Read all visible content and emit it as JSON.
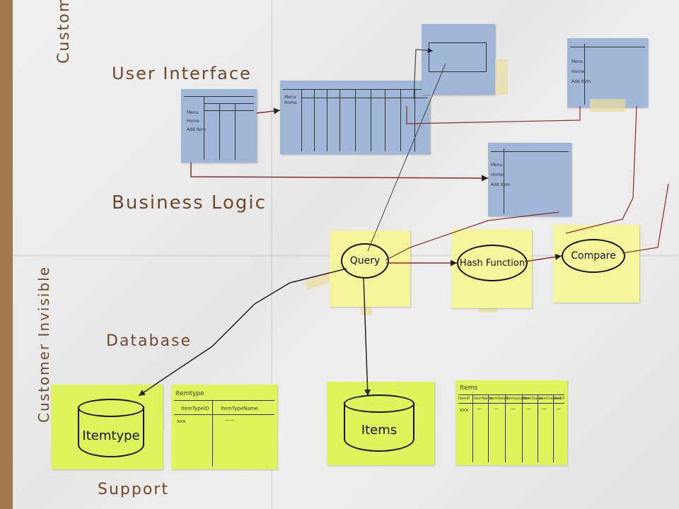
{
  "lanes": {
    "customer": "Custome",
    "user_interface": "User Interface",
    "business_logic": "Business Logic",
    "customer_invisible": "Customer Invisible",
    "database": "Database",
    "support": "Support"
  },
  "nodes": {
    "query": "Query",
    "hash_function": "Hash Function",
    "compare": "Compare"
  },
  "databases": {
    "itemtype": "Itemtype",
    "items": "Items"
  },
  "tables": {
    "itemtype": {
      "title": "Itemtype",
      "columns": [
        "ItemTypeID",
        "ItemTypeName"
      ],
      "rows": [
        [
          "xxx",
          "——"
        ]
      ]
    },
    "items": {
      "title": "Items",
      "columns": [
        "ItemID",
        "ItemName",
        "ItemDetail",
        "ItemLocation",
        "ItemStatus",
        "ItemCreated",
        "ItemT"
      ],
      "rows": [
        [
          "xxx",
          "—",
          "—",
          "—",
          "—",
          "—",
          "—"
        ]
      ]
    }
  },
  "mockup_screens": {
    "side_menu": [
      "Menu",
      "Home",
      "Add Item"
    ]
  },
  "colors": {
    "ink": "#6b4a2c",
    "blue_note": "#9fb6d6",
    "yellow_note": "#f4f59a",
    "lime_note": "#dff45a",
    "wire": "#8a2a2a"
  }
}
